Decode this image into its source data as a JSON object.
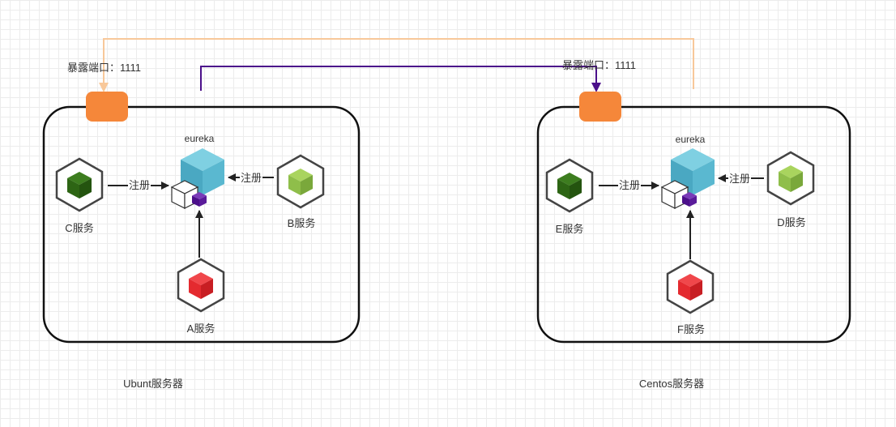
{
  "diagram": {
    "servers": [
      {
        "name": "Ubunt服务器",
        "port_label": "暴露端口：1111",
        "eureka_label": "eureka",
        "register_left": "注册",
        "register_right": "注册",
        "service_left": "C服务",
        "service_right": "B服务",
        "service_bottom": "A服务"
      },
      {
        "name": "Centos服务器",
        "port_label": "暴露端口：1111",
        "eureka_label": "eureka",
        "register_left": "注册",
        "register_right": "注册",
        "service_left": "E服务",
        "service_right": "D服务",
        "service_bottom": "F服务"
      }
    ],
    "colors": {
      "port_box": "#f5873a",
      "link_orange": "#f8c89a",
      "link_purple": "#4b0f8a",
      "eureka_cube": "#55b4cc",
      "dark_green_cube": "#2d6514",
      "light_green_cube": "#8fbe4a",
      "red_cube": "#e42a2f",
      "hex_stroke": "#444444"
    },
    "icons": [
      "eureka-cube-icon",
      "service-cube-icon",
      "port-node"
    ]
  }
}
